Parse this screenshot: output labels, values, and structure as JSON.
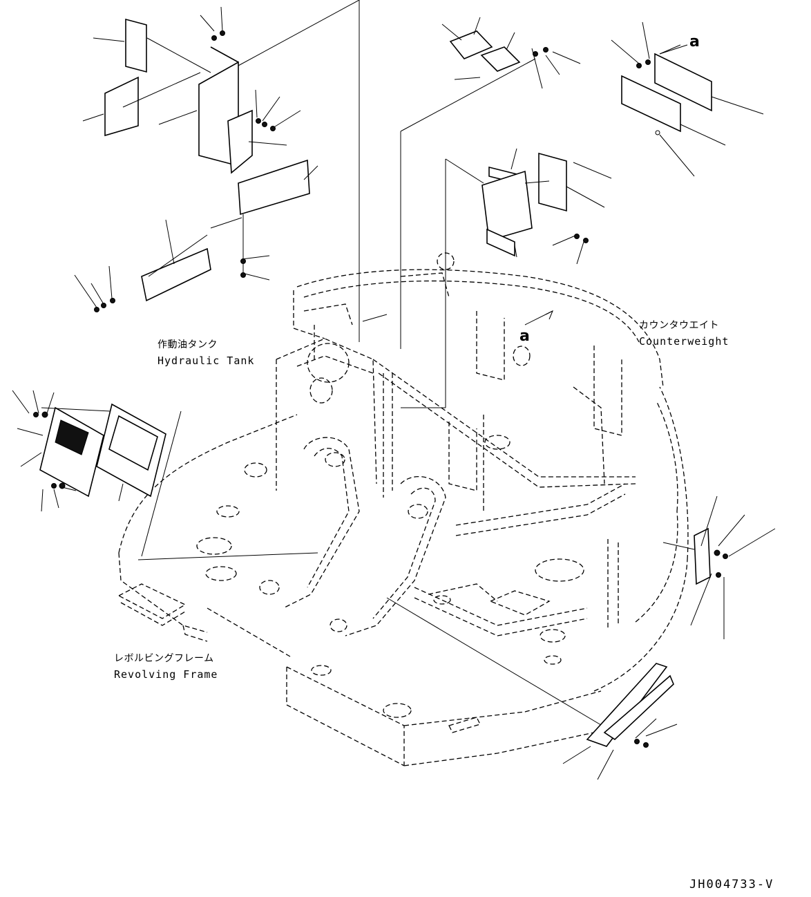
{
  "labels": {
    "hydraulic_tank_jp": "作動油タンク",
    "hydraulic_tank_en": "Hydraulic Tank",
    "counterweight_jp": "カウンタウエイト",
    "counterweight_en": "Counterweight",
    "revolving_frame_jp": "レボルビングフレーム",
    "revolving_frame_en": "Revolving Frame"
  },
  "markers": {
    "a_top": "a",
    "a_frame": "a"
  },
  "drawing_ref": "JH004733-V"
}
